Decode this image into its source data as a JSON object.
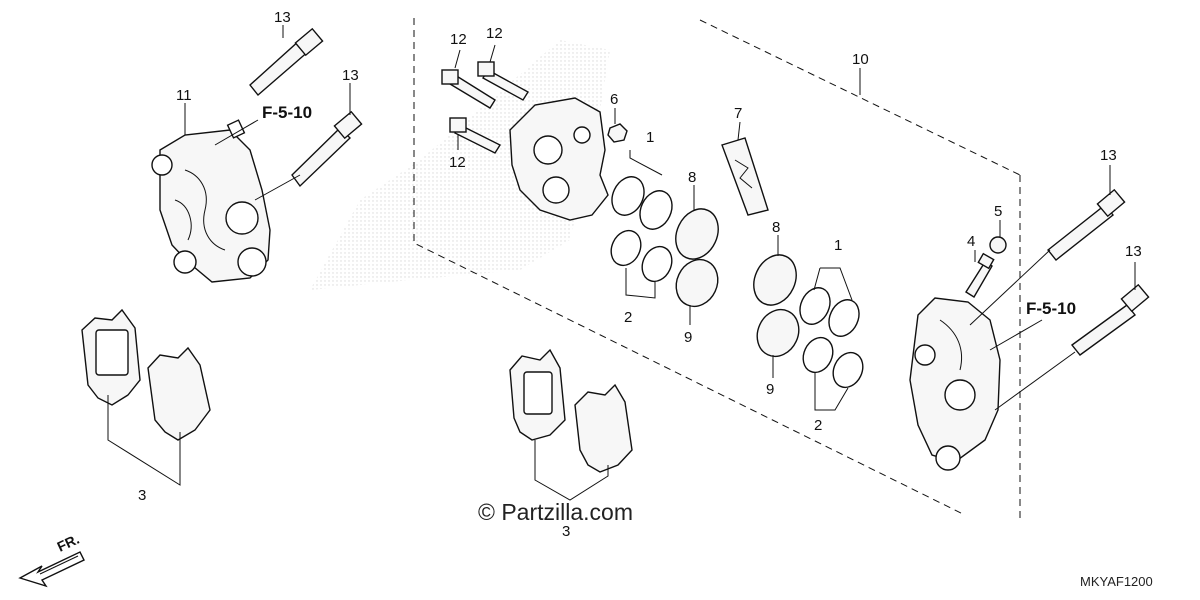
{
  "callouts": {
    "c1a": "1",
    "c1b": "1",
    "c2a": "2",
    "c2b": "2",
    "c3a": "3",
    "c3b": "3",
    "c4": "4",
    "c5": "5",
    "c6": "6",
    "c7": "7",
    "c8a": "8",
    "c8b": "8",
    "c9a": "9",
    "c9b": "9",
    "c10": "10",
    "c11": "11",
    "c12a": "12",
    "c12b": "12",
    "c12c": "12",
    "c13a": "13",
    "c13b": "13",
    "c13c": "13",
    "c13d": "13"
  },
  "refs": {
    "left": "F-5-10",
    "right": "F-5-10"
  },
  "watermark": "© Partzilla.com",
  "diagram_code": "MKYAF1200",
  "front_marker": "FR."
}
